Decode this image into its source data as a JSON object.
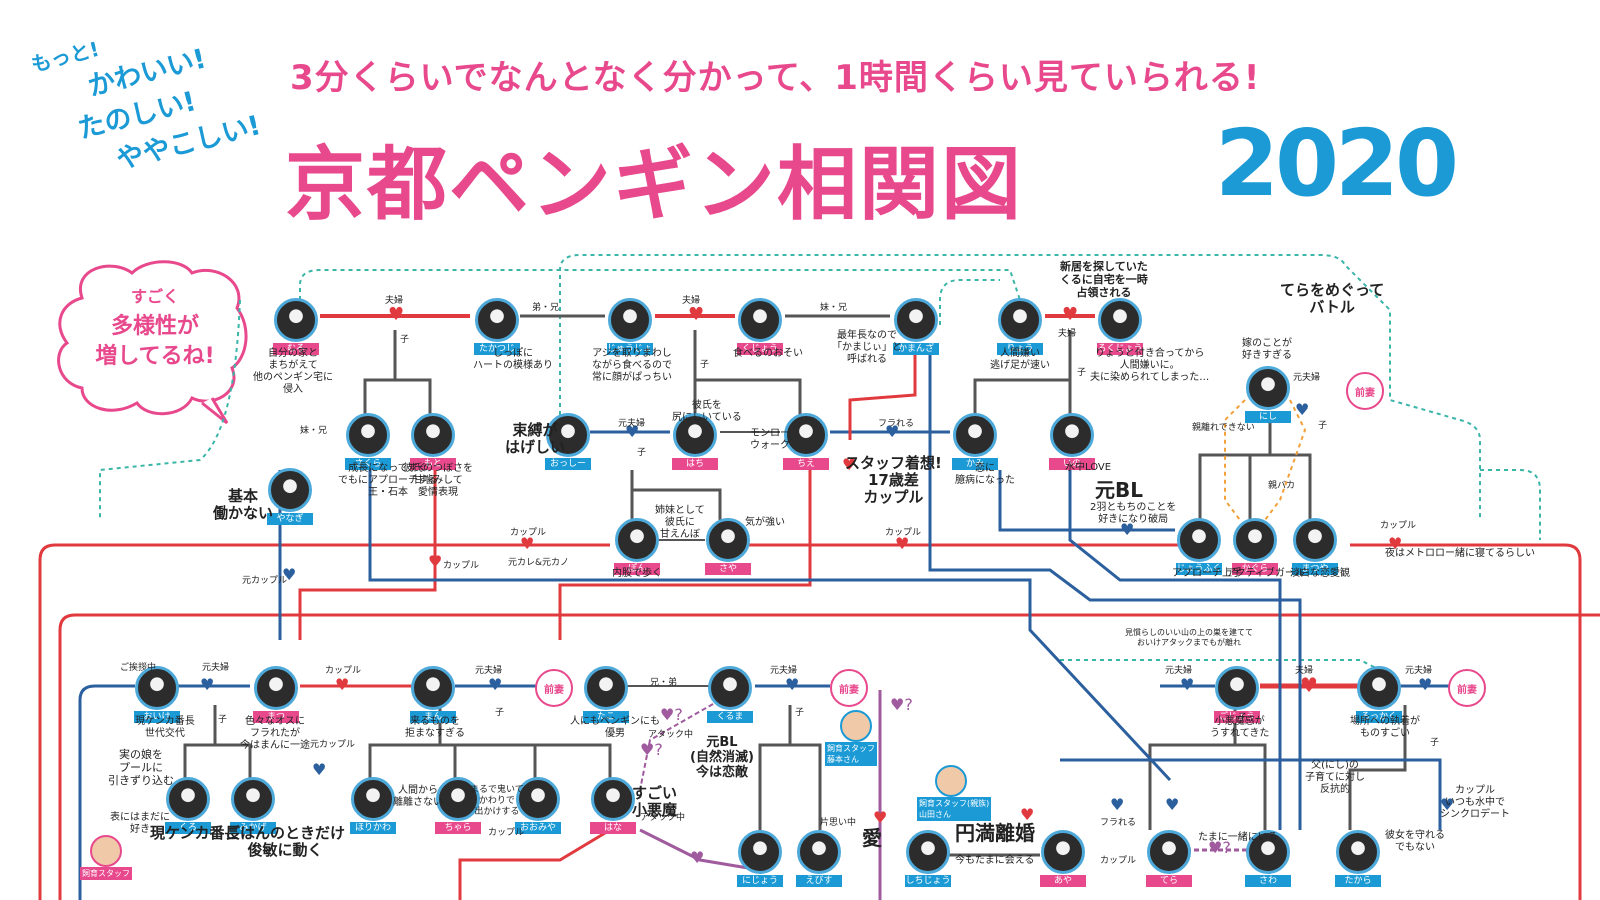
{
  "header": {
    "tag_lines": [
      "もっと!",
      "かわいい!",
      "たのしい!",
      "ややこしい!"
    ],
    "subtitle": "3分くらいでなんとなく分かって、1時間くらい見ていられる!",
    "title": "京都ペンギン相関図",
    "year": "2020"
  },
  "bubble": {
    "lines": [
      "すごく",
      "多様性が",
      "増してるね!"
    ]
  },
  "nodes": [
    {
      "id": "muro",
      "label": "むろ"
    },
    {
      "id": "takatsuji",
      "label": "たかつじ"
    },
    {
      "id": "jujo",
      "label": "じゅうじょう"
    },
    {
      "id": "kujo",
      "label": "くじょう"
    },
    {
      "id": "kamanza",
      "label": "かまんざ"
    },
    {
      "id": "ryo",
      "label": "りょう"
    },
    {
      "id": "rokujo",
      "label": "ろくじょう"
    },
    {
      "id": "sakura",
      "label": "さくら"
    },
    {
      "id": "moto",
      "label": "もと"
    },
    {
      "id": "oshi",
      "label": "おっしー"
    },
    {
      "id": "hachi",
      "label": "はち"
    },
    {
      "id": "chie",
      "label": "ちえ"
    },
    {
      "id": "kami",
      "label": "かみ"
    },
    {
      "id": "ino",
      "label": "いの"
    },
    {
      "id": "nishi",
      "label": "にし"
    },
    {
      "id": "yanagi",
      "label": "やなぎ"
    },
    {
      "id": "pon",
      "label": "ぽん"
    },
    {
      "id": "saya",
      "label": "さや"
    },
    {
      "id": "jofuku",
      "label": "じょうふく"
    },
    {
      "id": "kagura",
      "label": "かぐら"
    },
    {
      "id": "matsuya",
      "label": "まつや"
    },
    {
      "id": "oike",
      "label": "おいけ"
    },
    {
      "id": "matsu",
      "label": "まつ"
    },
    {
      "id": "man",
      "label": "まん"
    },
    {
      "id": "tako",
      "label": "たこ"
    },
    {
      "id": "kuruma",
      "label": "くるま"
    },
    {
      "id": "gojo",
      "label": "ごじょう"
    },
    {
      "id": "rokkaku",
      "label": "ろっかく"
    },
    {
      "id": "kuro",
      "label": "くろ"
    },
    {
      "id": "mikage",
      "label": "みかげ"
    },
    {
      "id": "horikawa",
      "label": "ほりかわ"
    },
    {
      "id": "chara",
      "label": "ちゃら"
    },
    {
      "id": "omiya",
      "label": "おおみや"
    },
    {
      "id": "hana",
      "label": "はな"
    },
    {
      "id": "nijo",
      "label": "にじょう"
    },
    {
      "id": "ebisu",
      "label": "えびす"
    },
    {
      "id": "shichijo",
      "label": "しちじょう"
    },
    {
      "id": "aya",
      "label": "あや"
    },
    {
      "id": "tera",
      "label": "てら"
    },
    {
      "id": "sawa",
      "label": "さわ"
    },
    {
      "id": "takara",
      "label": "たから"
    }
  ],
  "notes": {
    "muro": "自分の家と\nまちがえて\n他のペンギン宅に\n侵入",
    "takatsuji": "しっぽに\nハートの模様あり",
    "jujo": "アジを取りまわし\nながら食べるので\n常に顔がぱっちい",
    "kujo": "食べるのおそい",
    "kamanza": "最年長なので\n「かまじぃ」と\n呼ばれる",
    "ryo": "人間嫌い\n逃げ足が速い",
    "rokujo": "りょうと付き合ってから\n人間嫌いに。\n夫に染められてしまった…",
    "sakura": "成長になってすぐ\nでもにアプローチする\n王・石本",
    "moto": "彼氏のつぼさを\n甘噛みして\n愛情表現",
    "hachi": "彼氏を\n尻にしいている",
    "chie": "モンロー\nウォーク",
    "kami": "恋に\n臆病になった",
    "ino": "水中LOVE",
    "yanagi": "基本\n働かない",
    "pon": "内股で歩く",
    "saya": "気が強い",
    "jofuku": "アプローチ上手",
    "kagura": "アクティブガール",
    "matsuya": "淡白な恋愛観",
    "oike": "現ケンカ番長\n世代交代",
    "matsu": "色々なオスに\nフラれたが\n今はまんに一途",
    "man": "来るものを\n拒まなすぎる",
    "tako": "人にもペンギンにも\n優男",
    "gojo": "小悪魔感が\nうすれてきた",
    "rokkaku": "場所への執着が\nものすごい",
    "kuro": "現ケンカ番長",
    "mikage": "ごはんのときだけ\n俊敏に動く",
    "horikawa": "人間から\n離離さない",
    "hana": "すごい\n小悪魔",
    "tera": "たまに一緒にいる",
    "takara": "彼女を守れる\nでもない"
  },
  "relations": {
    "fuufu": "夫婦",
    "kyodai": "弟・兄",
    "ko": "子",
    "imouto_ani": "妹・兄",
    "kyodai2": "兄・弟",
    "couple": "カップル",
    "moto_fuufu": "元夫婦",
    "moto_couple": "元カップル",
    "furareru": "フラれる",
    "attack": "アタック中",
    "kataomoi": "片思い中",
    "kyokyo": "ご挨拶中",
    "motokare": "元カレ&元カノ",
    "oyabaka": "親バカ",
    "shinsen": "親離れできない"
  },
  "callouts": {
    "higashi": "束縛が\nはげしい",
    "amae": "姉妹として\n彼氏に\n甘えんぼ",
    "staff_17": "スタッフ着想!\n17歳差\nカップル",
    "new_home": "新居を探していた\nくるに自宅を一時\n占領される",
    "battle": "てらをめぐって\nバトル",
    "nishi_love": "嫁のことが\n好きすぎる",
    "motoBL": "元BL",
    "motoBL_sub": "2羽ともちのことを\n好きになり破局",
    "ren_meet": "夜はメトロロー緒に寝てるらしい",
    "mio": "見慣らしのいい山の上の巣を建てて\nおいけアタックまでもが離れ",
    "motoBL2": "元BL\n(自然消滅)\n今は恋敵",
    "manzoku": "円満離婚",
    "ai": "愛",
    "oyako": "父(にし)の\n子育てに対し\n反抗的",
    "kappuru_zutto": "カップル\nいつも水中で\nシンクロデート",
    "pool": "実の娘を\nプールに\n引きずり込む",
    "sake": "表にはまだに\n好き",
    "mainotokumo": "今もたまに会える",
    "maehen": "まるで鬼いて\nかわりで\n出かけする"
  },
  "prev_wife_label": "前妻",
  "staff": {
    "fujimoto": "飼育スタッフ\n藤本さん",
    "yamada": "飼育スタッフ(親族)\n山田さん",
    "staff3": "飼育スタッフ"
  },
  "colors": {
    "blue": "#1b9ad6",
    "pink": "#e8488c",
    "red": "#e0393e",
    "navy": "#2b5f9e",
    "gray": "#555555",
    "purple": "#a05a9e",
    "orange": "#f2a03a",
    "teal": "#3ab5a8"
  }
}
